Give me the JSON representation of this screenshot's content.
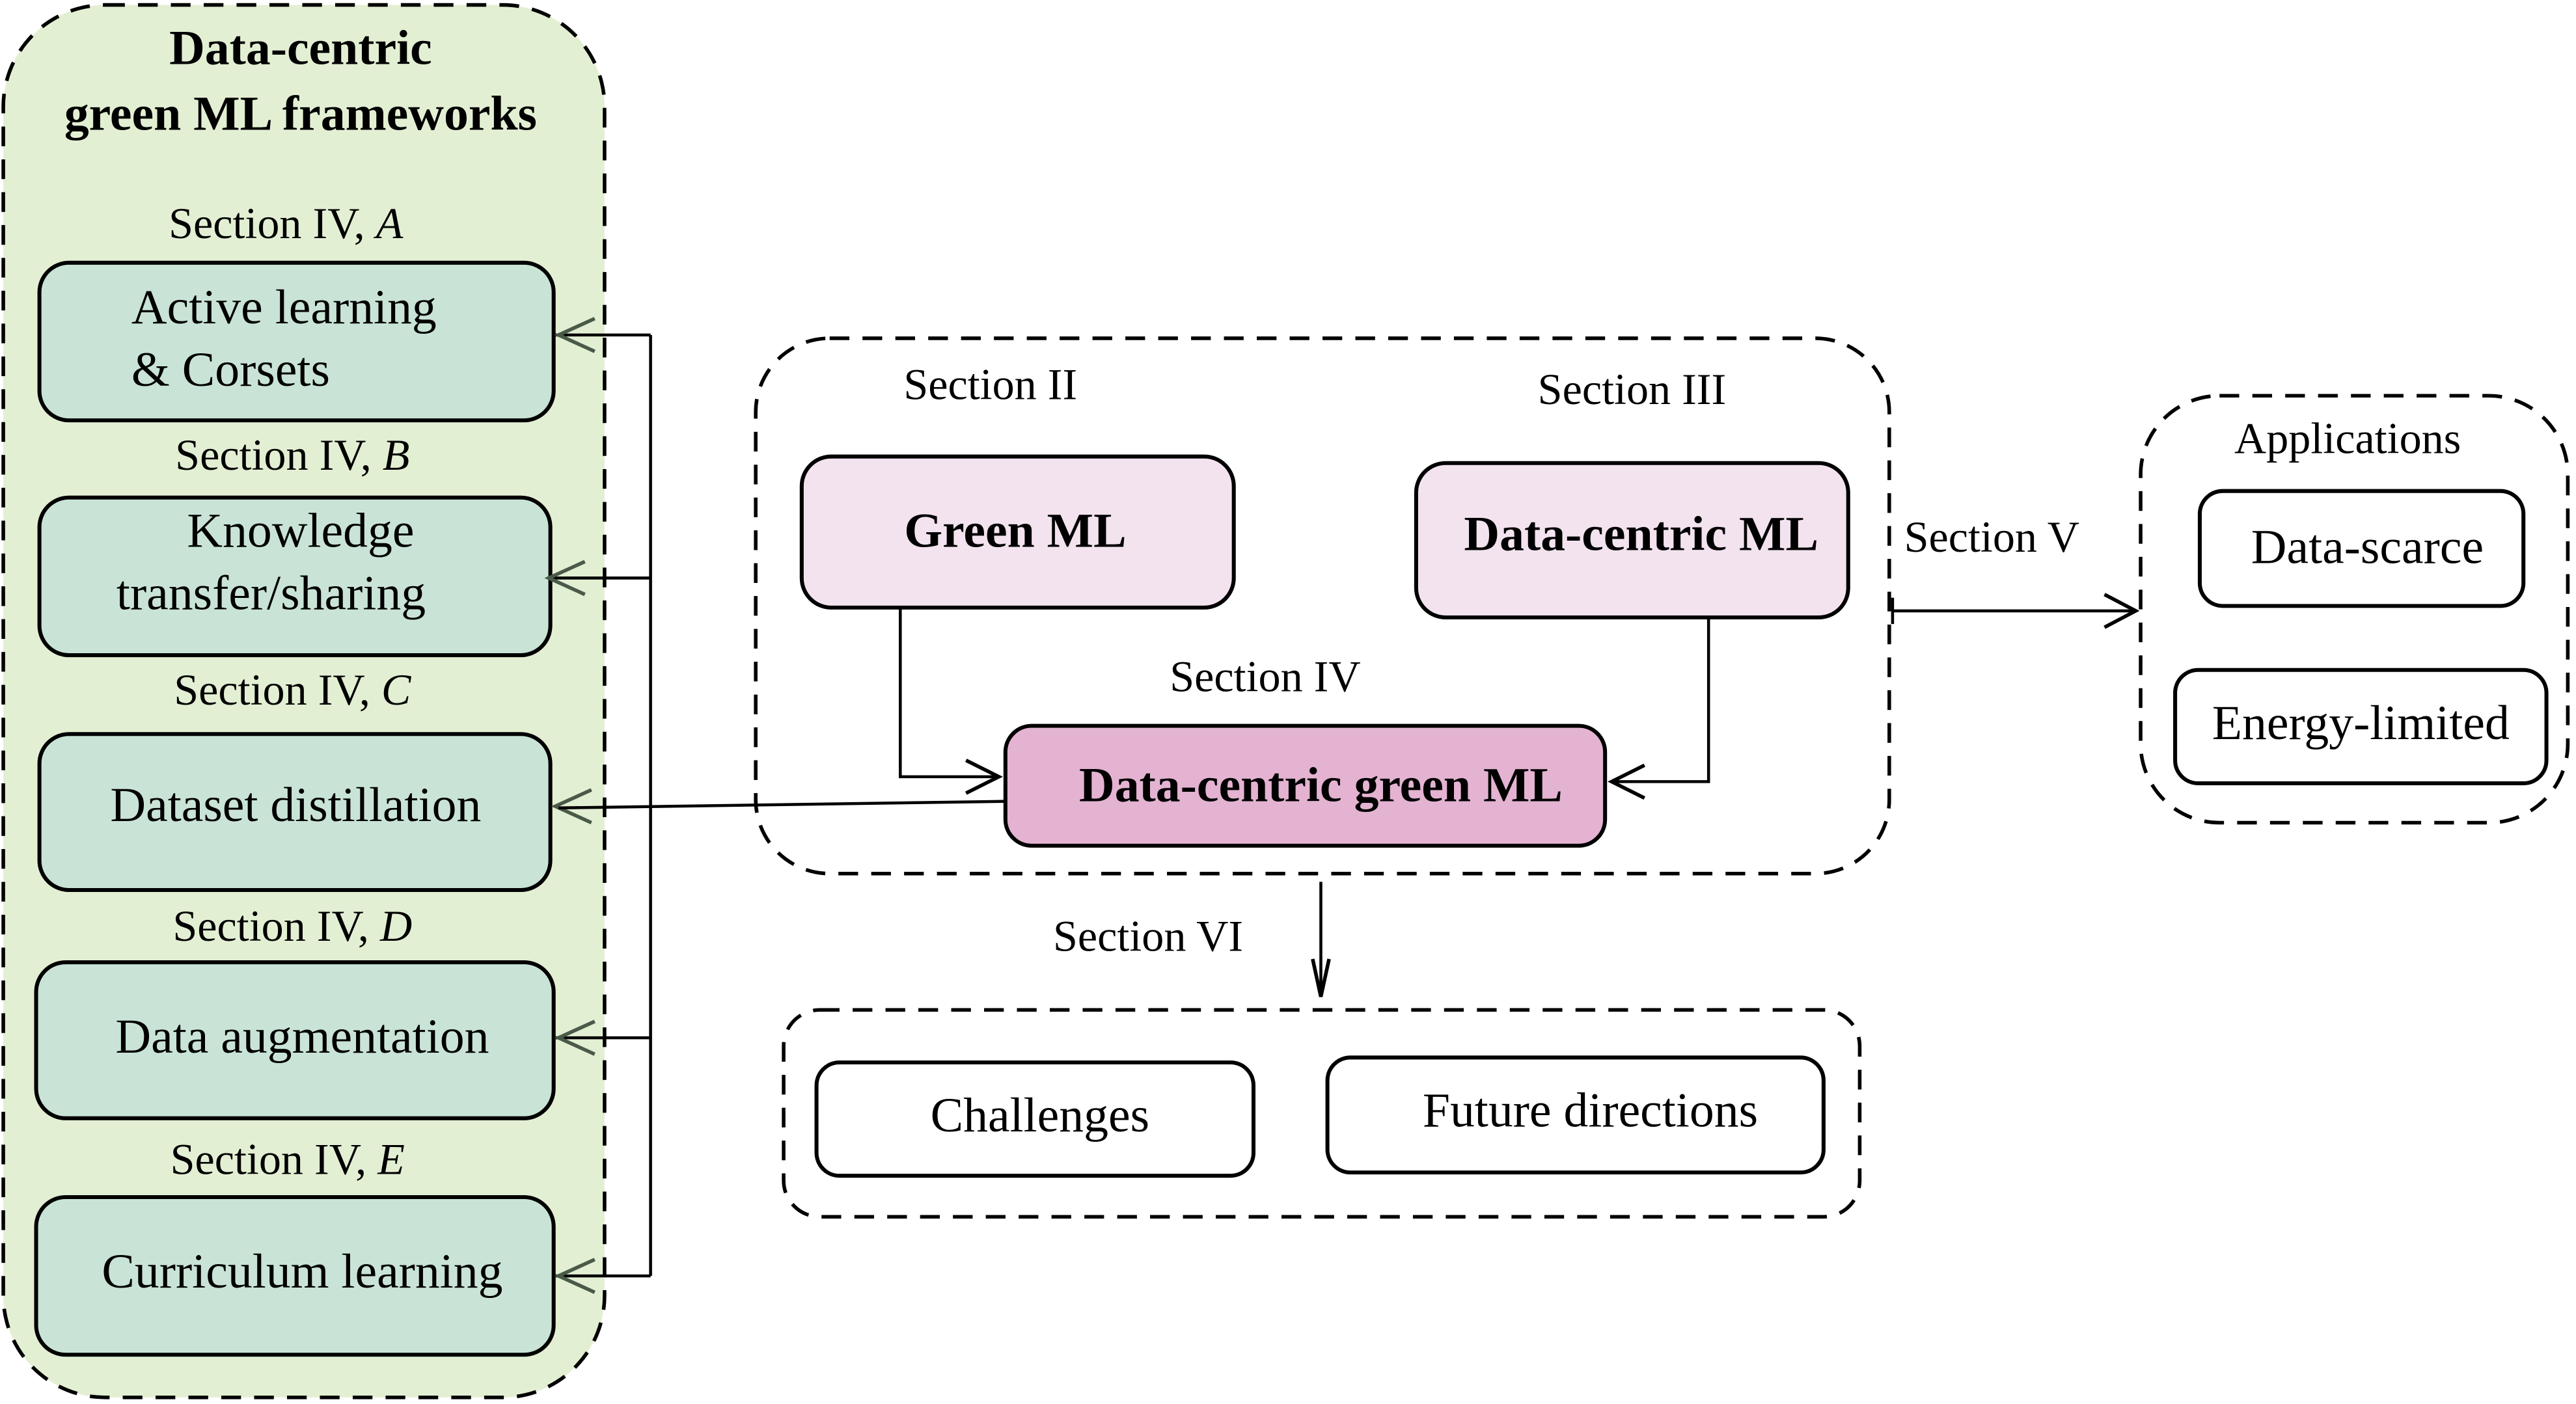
{
  "colors": {
    "framework_panel": "#e3efd3",
    "framework_box": "#c9e4d6",
    "light_pink": "#f2e3ef",
    "dark_pink": "#e3b3d1",
    "white": "#ffffff"
  },
  "frameworks": {
    "title_line1": "Data-centric",
    "title_line2": "green ML frameworks",
    "items": [
      {
        "section_prefix": "Section IV, ",
        "section_letter": "A",
        "line1": "Active learning",
        "line2": "& Corsets"
      },
      {
        "section_prefix": "Section IV, ",
        "section_letter": "B",
        "line1": "Knowledge",
        "line2": "transfer/sharing"
      },
      {
        "section_prefix": "Section IV, ",
        "section_letter": "C",
        "line1": "Dataset distillation",
        "line2": ""
      },
      {
        "section_prefix": "Section IV, ",
        "section_letter": "D",
        "line1": "Data augmentation",
        "line2": ""
      },
      {
        "section_prefix": "Section IV, ",
        "section_letter": "E",
        "line1": "Curriculum learning",
        "line2": ""
      }
    ]
  },
  "core": {
    "section_ii": "Section II",
    "section_iii": "Section III",
    "section_iv": "Section IV",
    "green_ml": "Green ML",
    "data_centric_ml": "Data-centric ML",
    "data_centric_green_ml": "Data-centric green ML"
  },
  "applications": {
    "edge_label": "Section V",
    "title": "Applications",
    "items": [
      "Data-scarce",
      "Energy-limited"
    ]
  },
  "outlook": {
    "edge_label": "Section VI",
    "items": [
      "Challenges",
      "Future directions"
    ]
  }
}
